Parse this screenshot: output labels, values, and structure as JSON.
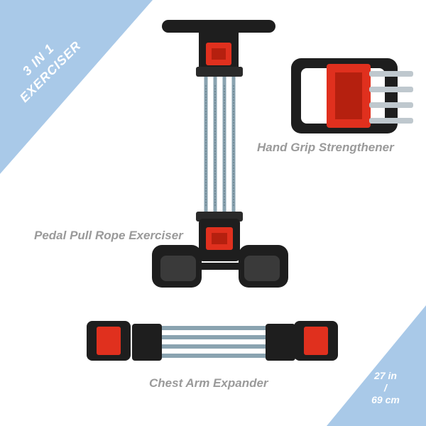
{
  "badge_top_left": {
    "line1": "3 IN 1",
    "line2": "EXERCISER"
  },
  "badge_bottom_right": {
    "line1": "27 in",
    "line2": "/",
    "line3": "69 cm"
  },
  "captions": {
    "hand_grip": "Hand Grip Strengthener",
    "pedal_pull": "Pedal Pull Rope Exerciser",
    "chest_arm": "Chest Arm Expander"
  },
  "colors": {
    "badge": "#a9c9e8",
    "grip_red": "#e0301e",
    "plastic_black": "#1e1e1e",
    "spring": "#8aa3b0",
    "caption": "#9a9a9a"
  }
}
